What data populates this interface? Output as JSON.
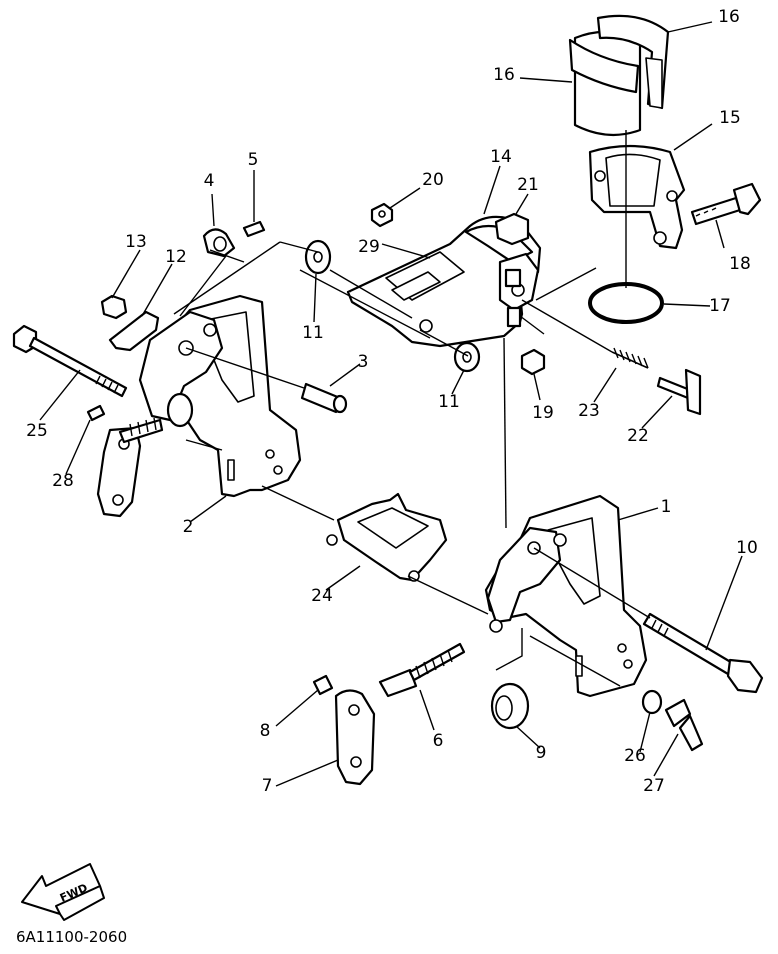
{
  "diagram_code": "6A11100-2060",
  "fwd_label": "FWD",
  "callouts": {
    "p1": "1",
    "p2": "2",
    "p3": "3",
    "p4": "4",
    "p5": "5",
    "p6": "6",
    "p7": "7",
    "p8": "8",
    "p9": "9",
    "p10": "10",
    "p11a": "11",
    "p11b": "11",
    "p12": "12",
    "p13": "13",
    "p14": "14",
    "p15": "15",
    "p16a": "16",
    "p16b": "16",
    "p17": "17",
    "p18": "18",
    "p19": "19",
    "p20": "20",
    "p21": "21",
    "p22": "22",
    "p23": "23",
    "p24": "24",
    "p25": "25",
    "p26": "26",
    "p27": "27",
    "p28": "28",
    "p29": "29"
  }
}
